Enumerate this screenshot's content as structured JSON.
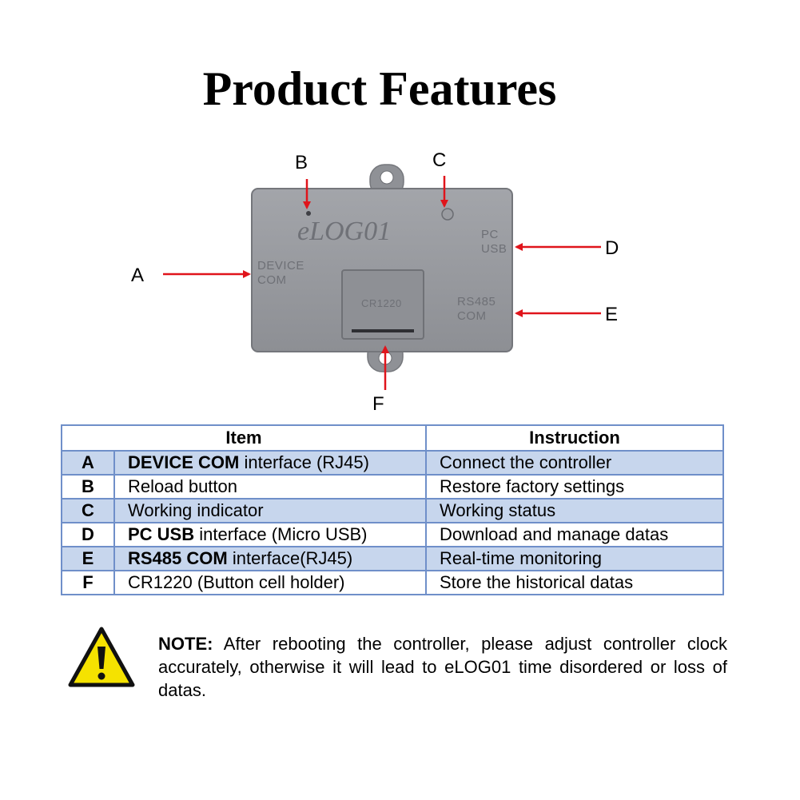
{
  "page": {
    "title": "Product Features"
  },
  "device": {
    "logo": "eLOG01",
    "battery_label": "CR1220",
    "port_device": [
      "DEVICE",
      "COM"
    ],
    "port_pc": [
      "PC",
      "USB"
    ],
    "port_rs485": [
      "RS485",
      "COM"
    ]
  },
  "callouts": {
    "A": "A",
    "B": "B",
    "C": "C",
    "D": "D",
    "E": "E",
    "F": "F"
  },
  "table": {
    "headers": [
      "Item",
      "Instruction"
    ],
    "rows": [
      {
        "code": "A",
        "item_bold": "DEVICE COM",
        "item_rest": " interface (RJ45)",
        "instruction": "Connect the controller"
      },
      {
        "code": "B",
        "item_bold": "",
        "item_rest": "Reload button",
        "instruction": "Restore factory settings"
      },
      {
        "code": "C",
        "item_bold": "",
        "item_rest": "Working indicator",
        "instruction": "Working status"
      },
      {
        "code": "D",
        "item_bold": "PC USB",
        "item_rest": " interface (Micro USB)",
        "instruction": "Download and manage datas"
      },
      {
        "code": "E",
        "item_bold": "RS485 COM",
        "item_rest": " interface(RJ45)",
        "instruction": "Real-time monitoring"
      },
      {
        "code": "F",
        "item_bold": "",
        "item_rest": "CR1220 (Button cell holder)",
        "instruction": "Store the historical datas"
      }
    ]
  },
  "note": {
    "label": "NOTE:",
    "text": " After rebooting the controller, please adjust controller clock accurately, otherwise it will lead to eLOG01 time disordered or loss of datas."
  },
  "colors": {
    "table_border": "#6f8fc9",
    "row_shade": "#c7d6ed",
    "arrow": "#e0141b",
    "warning_fill": "#f5e200"
  }
}
